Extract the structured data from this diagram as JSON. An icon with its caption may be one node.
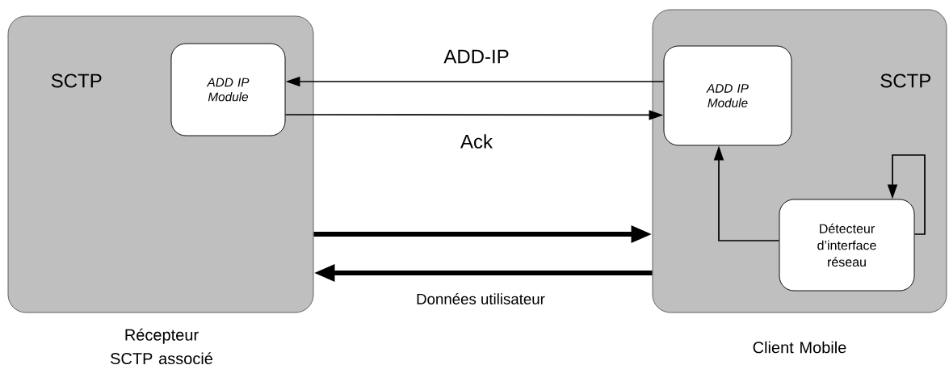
{
  "diagram": {
    "nodes": [
      {
        "text": [
          "SCTP"
        ],
        "beside": [
          "Récepteur SCTP associé"
        ]
      },
      {
        "text": [
          "ADD IP Module"
        ],
        "in": 0
      },
      {
        "text": [
          "SCTP"
        ],
        "beside": [
          "Client Mobile"
        ]
      },
      {
        "text": [
          "ADD IP Module"
        ],
        "in": 2
      },
      {
        "text": [
          "Détecteur d’interface réseau"
        ],
        "in": 2
      }
    ],
    "edges": [
      {
        "from": 3,
        "to": 1,
        "arrow": "to",
        "label": "ADD-IP"
      },
      {
        "from": 1,
        "to": 3,
        "arrow": "to",
        "label": "Ack"
      },
      {
        "from": 0,
        "to": 2,
        "arrow": "to",
        "style": "thick"
      },
      {
        "from": 2,
        "to": 0,
        "arrow": "to",
        "style": "thick",
        "label": "Données utilisateur"
      },
      {
        "from": 4,
        "to": 3,
        "arrow": "to"
      },
      {
        "from": 4,
        "to": 4,
        "arrow": "to"
      }
    ]
  }
}
